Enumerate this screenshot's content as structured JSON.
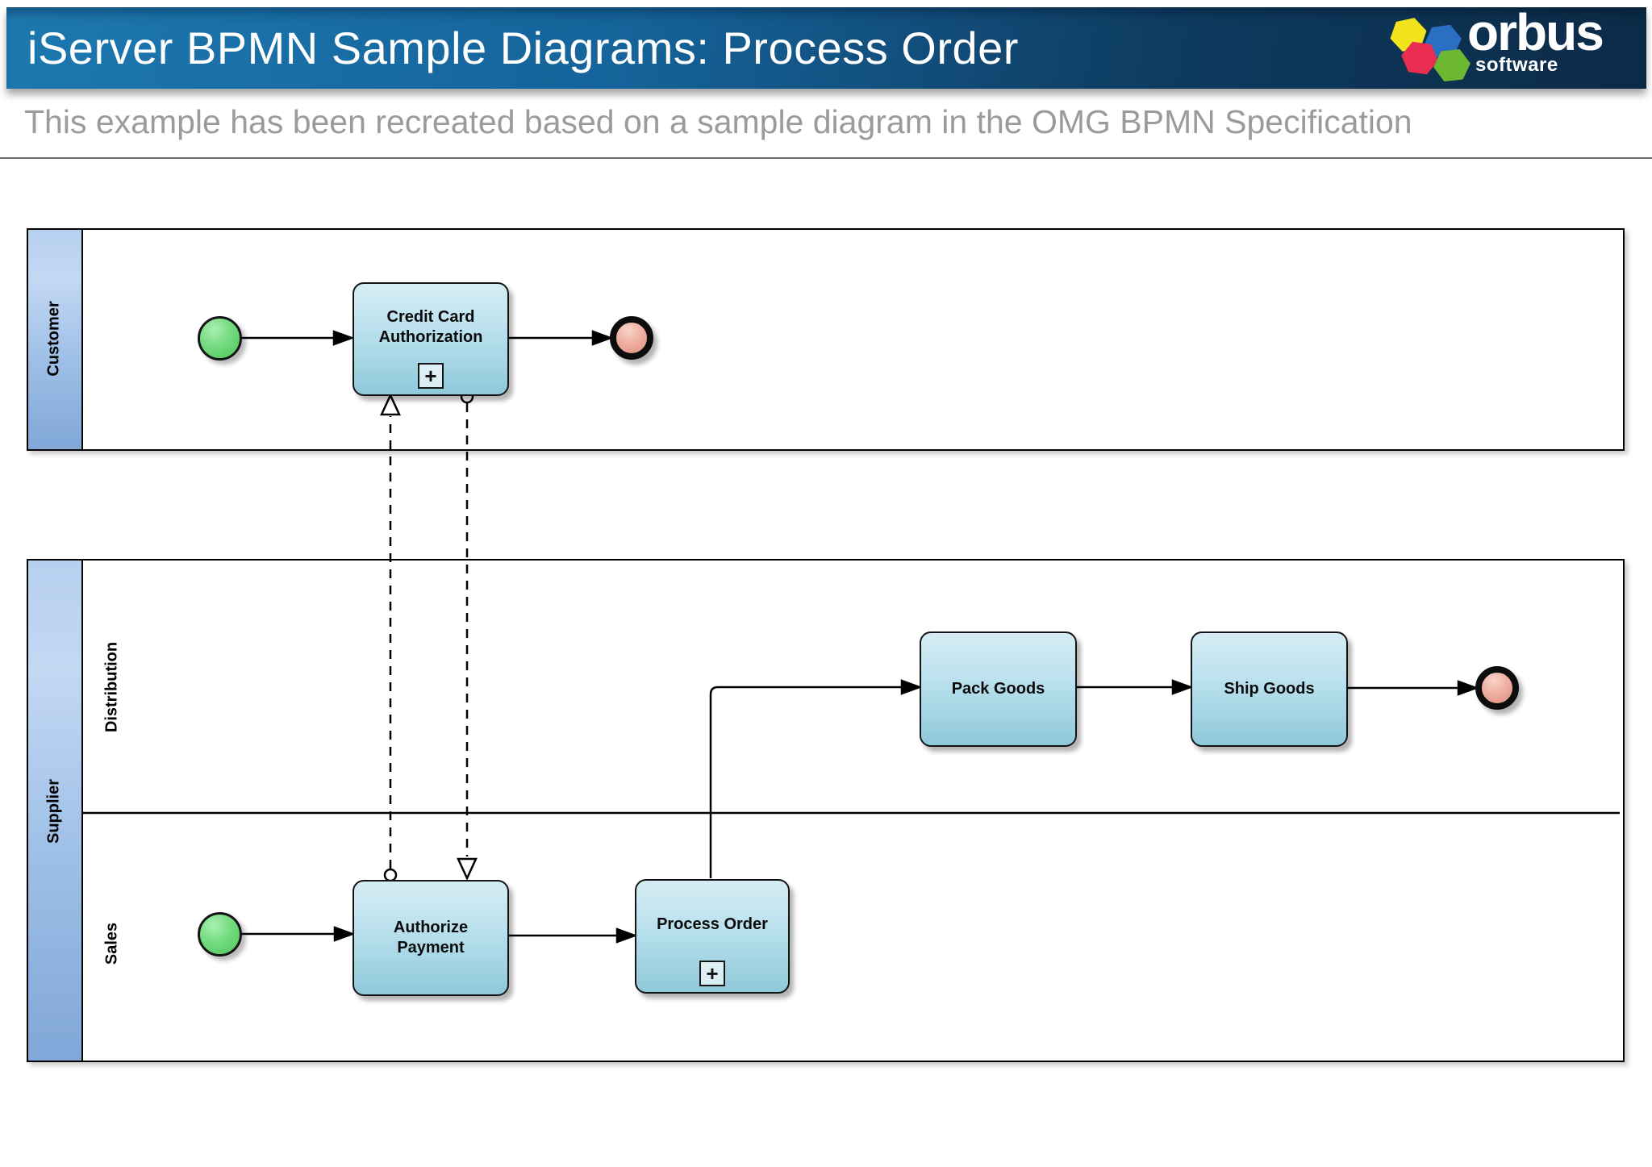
{
  "header": {
    "title": "iServer BPMN Sample Diagrams: Process Order",
    "gradient_left": "#1d78b0",
    "gradient_right": "#0b2b47",
    "logo": {
      "brand": "orbus",
      "tagline": "software",
      "hex_yellow": "#f2e31c",
      "hex_blue": "#2a6fc2",
      "hex_red": "#e82d50",
      "hex_green": "#6cb832"
    }
  },
  "subtitle": "This example has been recreated based on a sample diagram in the OMG BPMN Specification",
  "diagram": {
    "pools": [
      {
        "label": "Customer",
        "lanes": []
      },
      {
        "label": "Supplier",
        "lanes": [
          {
            "label": "Distribution"
          },
          {
            "label": "Sales"
          }
        ]
      }
    ],
    "tasks": [
      {
        "label": "Credit Card Authorization",
        "subprocess": true
      },
      {
        "label": "Pack Goods",
        "subprocess": false
      },
      {
        "label": "Ship Goods",
        "subprocess": false
      },
      {
        "label": "Authorize Payment",
        "subprocess": false
      },
      {
        "label": "Process Order",
        "subprocess": true
      }
    ],
    "subprocess_marker": "+",
    "events": {
      "start_color": "#5ecf69",
      "end_color": "#de9081"
    },
    "flow_types": {
      "sequence": "solid",
      "message": "dashed"
    }
  }
}
